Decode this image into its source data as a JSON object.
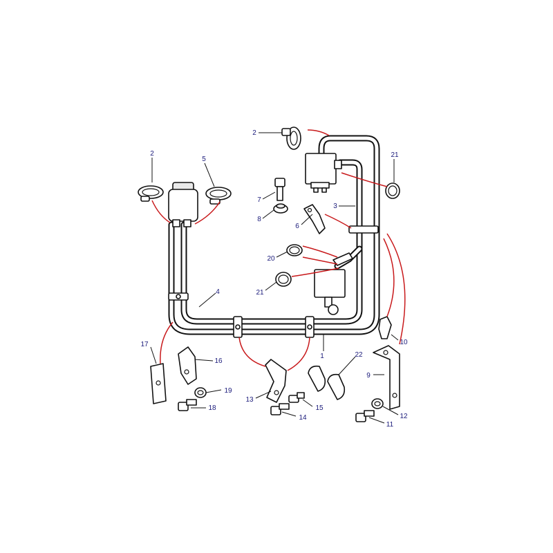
{
  "diagram": {
    "callouts": [
      {
        "id": "c1",
        "label": "1"
      },
      {
        "id": "c2a",
        "label": "2"
      },
      {
        "id": "c2b",
        "label": "2"
      },
      {
        "id": "c3",
        "label": "3"
      },
      {
        "id": "c4",
        "label": "4"
      },
      {
        "id": "c5",
        "label": "5"
      },
      {
        "id": "c6",
        "label": "6"
      },
      {
        "id": "c7",
        "label": "7"
      },
      {
        "id": "c8",
        "label": "8"
      },
      {
        "id": "c9",
        "label": "9"
      },
      {
        "id": "c10",
        "label": "10"
      },
      {
        "id": "c11",
        "label": "11"
      },
      {
        "id": "c12",
        "label": "12"
      },
      {
        "id": "c13",
        "label": "13"
      },
      {
        "id": "c14",
        "label": "14"
      },
      {
        "id": "c15",
        "label": "15"
      },
      {
        "id": "c16",
        "label": "16"
      },
      {
        "id": "c17",
        "label": "17"
      },
      {
        "id": "c18",
        "label": "18"
      },
      {
        "id": "c19",
        "label": "19"
      },
      {
        "id": "c20",
        "label": "20"
      },
      {
        "id": "c21a",
        "label": "21"
      },
      {
        "id": "c21b",
        "label": "21"
      },
      {
        "id": "c22",
        "label": "22"
      }
    ]
  }
}
